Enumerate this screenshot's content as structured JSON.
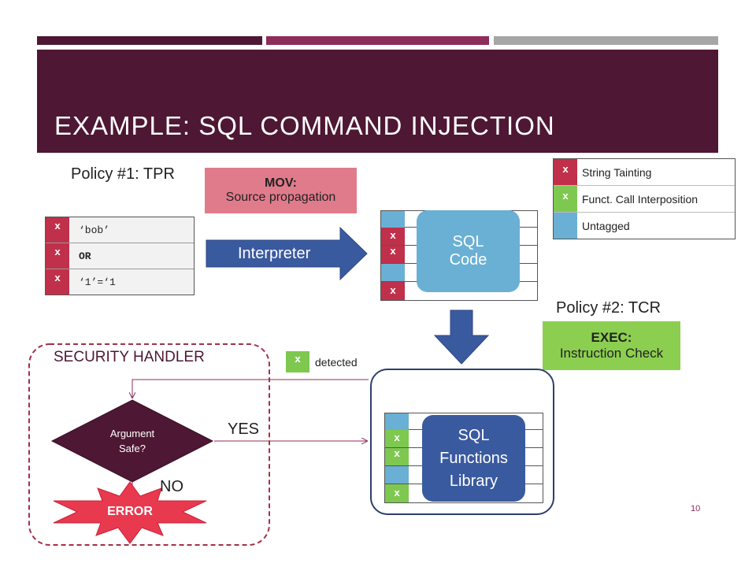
{
  "colors": {
    "plum": "#4e1733",
    "magenta": "#8e2c5a",
    "gray": "#a6a6a6",
    "red_tag": "#c0304a",
    "green_tag": "#7ec850",
    "blue_tag": "#6ab0d4",
    "sql_blue": "#3a5aa0"
  },
  "title": "EXAMPLE: SQL COMMAND INJECTION",
  "policy1": "Policy #1: TPR",
  "policy2": "Policy #2: TCR",
  "mov": {
    "title": "MOV:",
    "desc": "Source propagation"
  },
  "exec": {
    "title": "EXEC:",
    "desc": "Instruction Check"
  },
  "legend": [
    {
      "mark": "x",
      "label": "String Tainting",
      "color": "#c0304a"
    },
    {
      "mark": "x",
      "label": "Funct. Call Interposition",
      "color": "#7ec850"
    },
    {
      "mark": "",
      "label": "Untagged",
      "color": "#6ab0d4"
    }
  ],
  "input_rows": [
    {
      "mark": "x",
      "text": "‘bob’"
    },
    {
      "mark": "x",
      "text": "OR"
    },
    {
      "mark": "x",
      "text": "‘1’=‘1"
    }
  ],
  "interpreter": "Interpreter",
  "sql_code": [
    "SQL",
    "Code"
  ],
  "sql_code_marks": [
    "",
    "x",
    "x",
    "",
    "x"
  ],
  "sql_lib": [
    "SQL",
    "Functions",
    "Library"
  ],
  "sql_lib_marks": [
    "",
    "x",
    "x",
    "",
    "x"
  ],
  "security_handler": "SECURITY HANDLER",
  "detected": {
    "mark": "x",
    "label": "detected"
  },
  "decision": [
    "Argument",
    "Safe?"
  ],
  "yes": "YES",
  "no": "NO",
  "error": "ERROR",
  "page_number": "10"
}
